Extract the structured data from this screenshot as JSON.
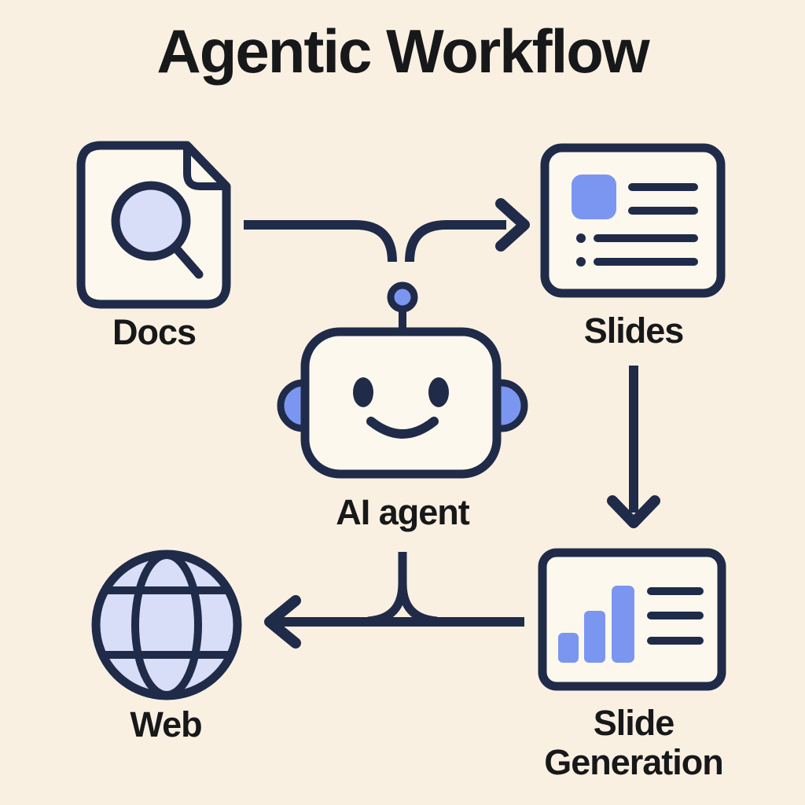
{
  "title": "Agentic Workflow",
  "colors": {
    "background": "#FAF0E2",
    "panel": "#FCF8EE",
    "outline": "#1F2B48",
    "accent": "#7B96F0",
    "lavender": "#D9DEF8",
    "text": "#17181A"
  },
  "nodes": {
    "docs": {
      "label": "Docs",
      "icon": "document-search-icon"
    },
    "slides": {
      "label": "Slides",
      "icon": "slide-bullets-icon"
    },
    "agent": {
      "label": "AI agent",
      "icon": "robot-icon"
    },
    "web": {
      "label": "Web",
      "icon": "globe-icon"
    },
    "slide_generation": {
      "label_line1": "Slide",
      "label_line2": "Generation",
      "icon": "slide-chart-icon"
    }
  },
  "edges": [
    {
      "from": "Docs",
      "to": "Slides",
      "path": "rightward, dipping toward AI agent antenna, arrowhead at Slides"
    },
    {
      "from": "Slides",
      "to": "Slide Generation",
      "path": "straight down, arrowhead at Slide Generation"
    },
    {
      "from": "Slide Generation",
      "to": "Web",
      "path": "leftward under AI agent, stub joining from AI agent, arrowhead at Web"
    }
  ]
}
